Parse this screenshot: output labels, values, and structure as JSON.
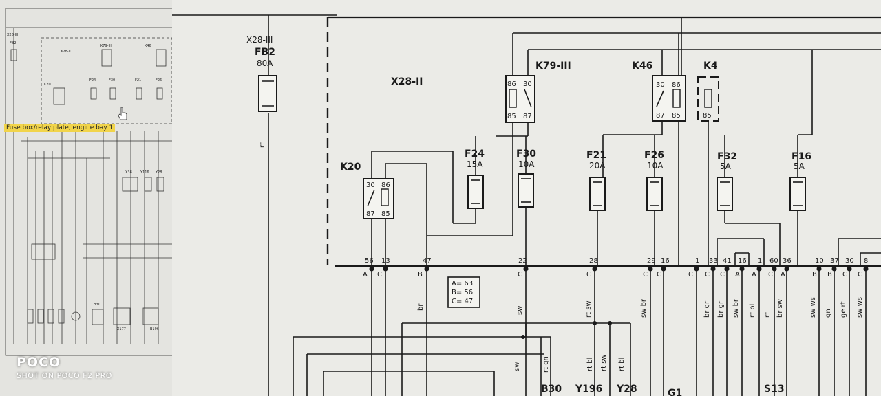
{
  "overview": {
    "tooltip": "Fuse box/relay plate, engine bay 1",
    "labels": [
      "X28-II",
      "X28-III",
      "FB2",
      "K79-III",
      "K46",
      "K20",
      "F24",
      "F30",
      "F21",
      "F26",
      "X38",
      "Y116",
      "Y28",
      "B196",
      "B30",
      "X177"
    ]
  },
  "main": {
    "connector_x28_iii": "X28-III",
    "fuse_fb2": {
      "name": "FB2",
      "rating": "80A",
      "wire": "rt"
    },
    "connector_x28_ii": "X28-II",
    "relays": [
      {
        "name": "K20",
        "pins": [
          "30",
          "86",
          "87",
          "85"
        ]
      },
      {
        "name": "K79-III",
        "pins": [
          "86",
          "30",
          "85",
          "87"
        ]
      },
      {
        "name": "K46",
        "pins": [
          "30",
          "86",
          "87",
          "85"
        ]
      },
      {
        "name": "K4",
        "pins": [
          "85"
        ]
      }
    ],
    "fuses": [
      {
        "name": "F24",
        "rating": "15A"
      },
      {
        "name": "F30",
        "rating": "10A"
      },
      {
        "name": "F21",
        "rating": "20A"
      },
      {
        "name": "F26",
        "rating": "10A"
      },
      {
        "name": "F32",
        "rating": "5A"
      },
      {
        "name": "F16",
        "rating": "5A"
      }
    ],
    "pins": [
      "56",
      "13",
      "47",
      "22",
      "28",
      "29",
      "16",
      "1",
      "33",
      "41",
      "16",
      "1",
      "60",
      "36",
      "10",
      "37",
      "30",
      "8"
    ],
    "pin_letters": [
      "A",
      "C",
      "B",
      "C",
      "C",
      "C",
      "C",
      "C",
      "C",
      "C",
      "A",
      "A",
      "C",
      "A",
      "B",
      "B",
      "C",
      "C"
    ],
    "legend": {
      "a": "A= 63",
      "b": "B= 56",
      "c": "C= 47"
    },
    "wire_colors": [
      "br",
      "sw",
      "sw",
      "rt gn",
      "rt sw",
      "rt bl",
      "rt sw",
      "rt bl",
      "sw br",
      "br gr",
      "br gr",
      "sw br",
      "rt bl",
      "rt",
      "br sw",
      "sw ws",
      "gn",
      "ge rt",
      "sw ws"
    ],
    "bottom_components": [
      "B30",
      "Y196",
      "Y28",
      "G1",
      "S13"
    ]
  },
  "watermark": {
    "brand": "POCO",
    "shot": "SHOT ON POCO F2 PRO"
  }
}
